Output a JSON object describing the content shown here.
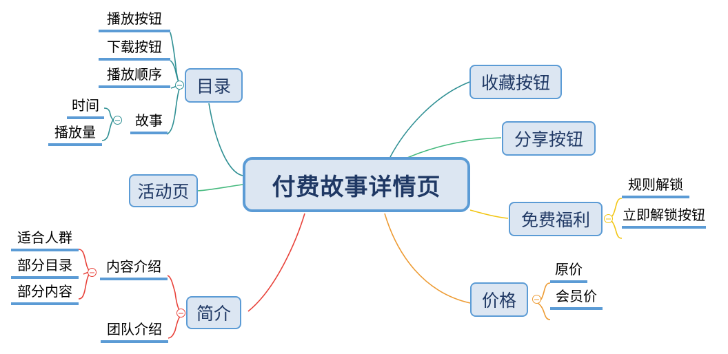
{
  "diagram": {
    "type": "mind-map",
    "background": "#ffffff",
    "root": {
      "id": "root",
      "label": "付费故事详情页",
      "shape": "rounded-box",
      "fill": "#dce6f2",
      "border": "#5b9bd5",
      "text_color": "#1f3864"
    },
    "palette": {
      "node_fill": "#dce6f2",
      "node_border": "#5b9bd5",
      "node_text": "#1f3864",
      "leaf_text": "#000000",
      "leaf_underline": "#5b9bd5",
      "edge_teal": "#2e8f93",
      "edge_green": "#44b97d",
      "edge_yellow": "#f2c511",
      "edge_orange": "#ed9b33",
      "edge_red": "#e8423a"
    },
    "branches": [
      {
        "id": "catalog",
        "label": "目录",
        "side": "left",
        "edge_color": "#2e8f93",
        "toggle": "collapse-toggle",
        "children": [
          {
            "label": "播放按钮",
            "style": "underline"
          },
          {
            "label": "下载按钮",
            "style": "underline"
          },
          {
            "label": "播放顺序",
            "style": "underline"
          },
          {
            "label": "故事",
            "style": "plain",
            "toggle": "collapse-toggle",
            "children": [
              {
                "label": "时间",
                "style": "underline"
              },
              {
                "label": "播放量",
                "style": "underline"
              }
            ]
          }
        ]
      },
      {
        "id": "activity-page",
        "label": "活动页",
        "side": "left",
        "edge_color": "#44b97d",
        "children": []
      },
      {
        "id": "intro",
        "label": "简介",
        "side": "left",
        "edge_color": "#e8423a",
        "toggle": "collapse-toggle",
        "children": [
          {
            "label": "内容介绍",
            "style": "underline",
            "toggle": "collapse-toggle",
            "children": [
              {
                "label": "适合人群",
                "style": "underline"
              },
              {
                "label": "部分目录",
                "style": "underline"
              },
              {
                "label": "部分内容",
                "style": "underline"
              }
            ]
          },
          {
            "label": "团队介绍",
            "style": "underline"
          }
        ]
      },
      {
        "id": "favorite-button",
        "label": "收藏按钮",
        "side": "right",
        "edge_color": "#2e8f93",
        "children": []
      },
      {
        "id": "share-button",
        "label": "分享按钮",
        "side": "right",
        "edge_color": "#44b97d",
        "children": []
      },
      {
        "id": "free-benefits",
        "label": "免费福利",
        "side": "right",
        "edge_color": "#f2c511",
        "toggle": "collapse-toggle",
        "children": [
          {
            "label": "规则解锁",
            "style": "underline"
          },
          {
            "label": "立即解锁按钮",
            "style": "underline"
          }
        ]
      },
      {
        "id": "price",
        "label": "价格",
        "side": "right",
        "edge_color": "#ed9b33",
        "toggle": "collapse-toggle",
        "children": [
          {
            "label": "原价",
            "style": "underline"
          },
          {
            "label": "会员价",
            "style": "underline"
          }
        ]
      }
    ],
    "nodes": {
      "root": "付费故事详情页",
      "catalog": "目录",
      "play_button": "播放按钮",
      "download_button": "下载按钮",
      "play_order": "播放顺序",
      "story": "故事",
      "time": "时间",
      "play_count": "播放量",
      "activity_page": "活动页",
      "intro": "简介",
      "content_intro": "内容介绍",
      "suitable_people": "适合人群",
      "partial_catalog": "部分目录",
      "partial_content": "部分内容",
      "team_intro": "团队介绍",
      "favorite_button": "收藏按钮",
      "share_button": "分享按钮",
      "free_benefits": "免费福利",
      "rule_unlock": "规则解锁",
      "unlock_now_button": "立即解锁按钮",
      "price": "价格",
      "original_price": "原价",
      "member_price": "会员价"
    }
  }
}
